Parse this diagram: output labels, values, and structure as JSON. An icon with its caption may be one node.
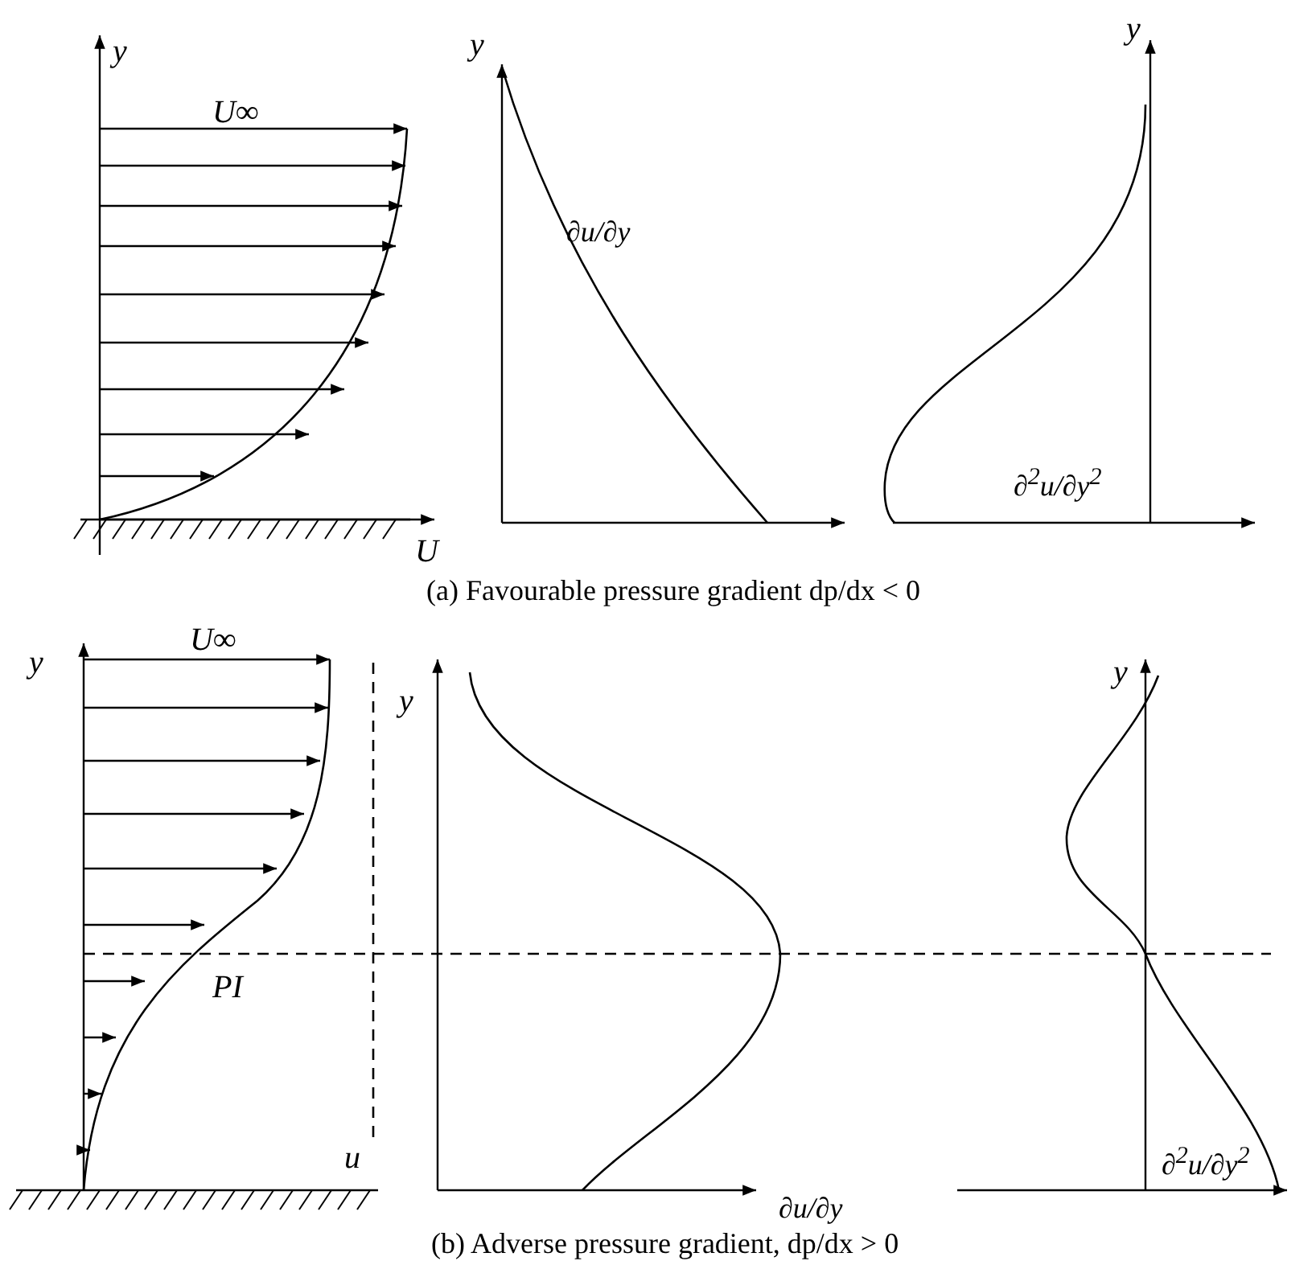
{
  "diagram": {
    "labels": [
      "y",
      "y",
      "y",
      "U∞",
      "∂u/∂y",
      "∂$^{2}$u/∂y$^{2}$",
      "U",
      "(a) Favourable pressure gradient dp/dx < 0",
      "y",
      "y",
      "y",
      "U∞",
      "PI",
      "u",
      "∂u/∂y",
      "∂$^{2}$u/∂y$^{2}$",
      "(b) Adverse pressure gradient, dp/dx > 0"
    ]
  }
}
